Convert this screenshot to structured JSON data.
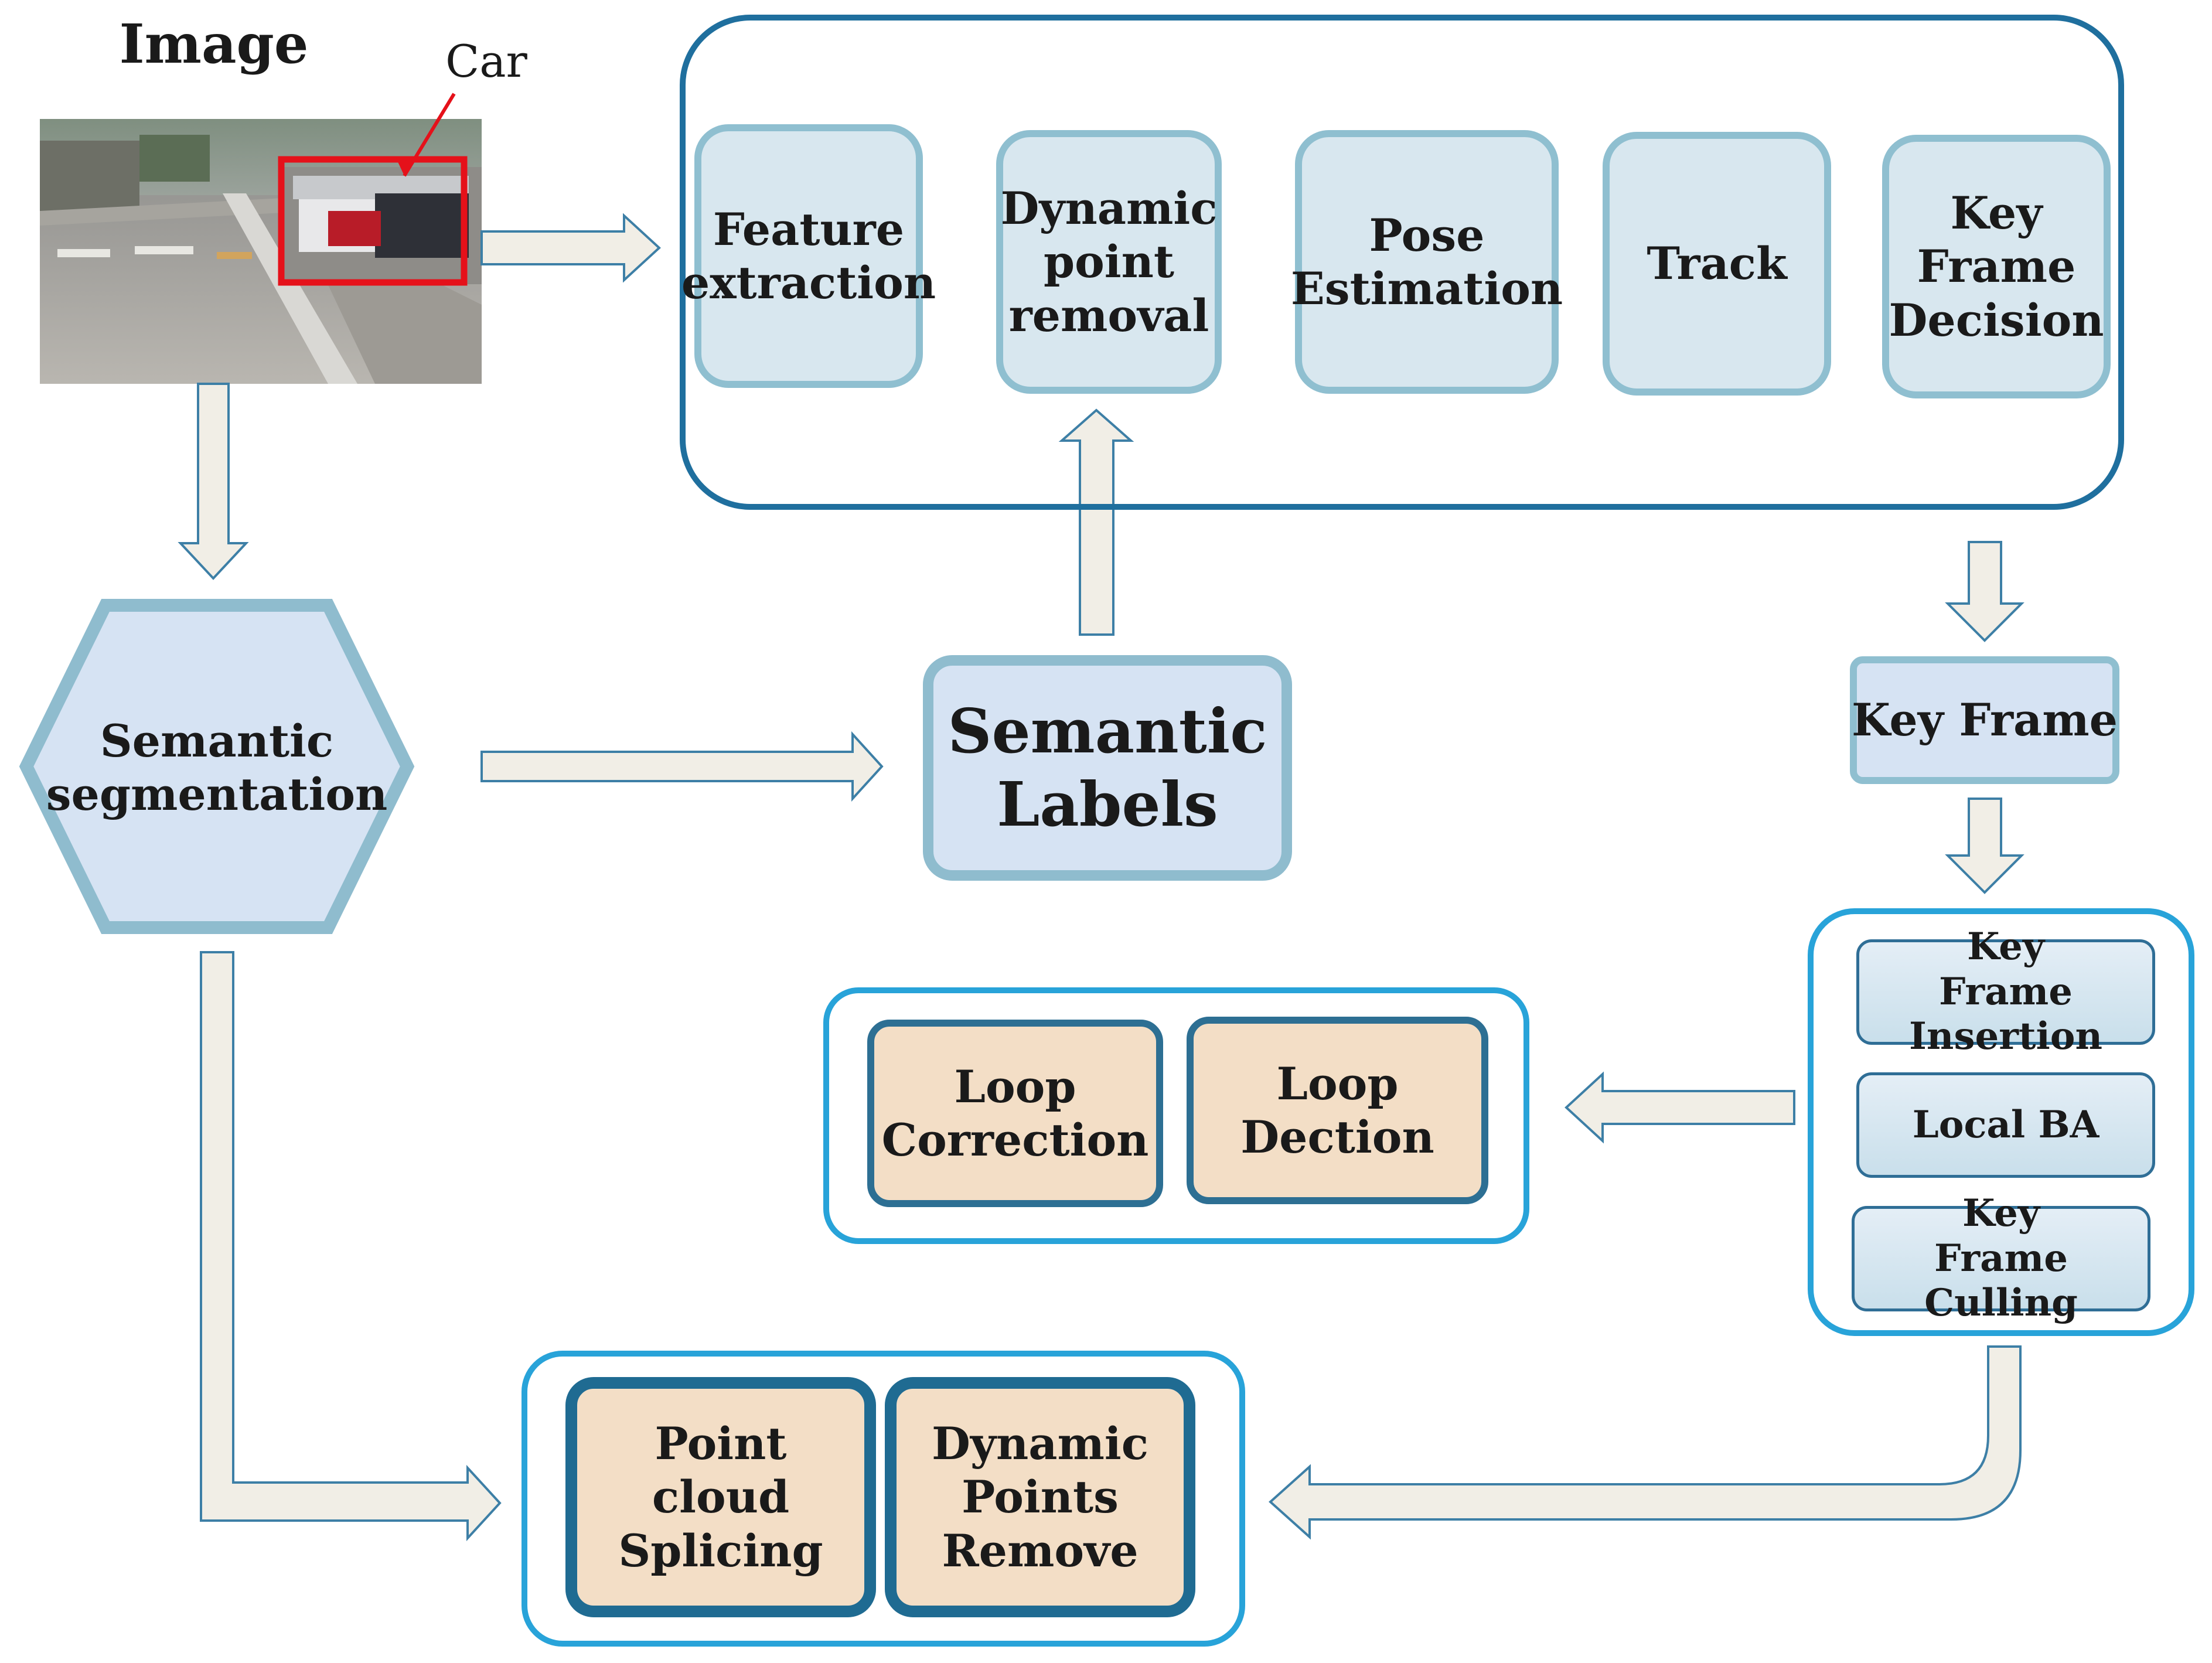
{
  "image": {
    "title": "Image",
    "car_label": "Car"
  },
  "tracking": {
    "feature_extraction": "Feature extraction",
    "dynamic_point_removal": "Dynamic point removal",
    "pose_estimation": "Pose Estimation",
    "track": "Track",
    "key_frame_decision": "Key Frame Decision"
  },
  "segmentation": {
    "semantic_segmentation": "Semantic segmentation",
    "semantic_labels": "Semantic Labels"
  },
  "keyframe": {
    "key_frame": "Key Frame",
    "key_frame_insertion": "Key Frame Insertion",
    "local_ba": "Local BA",
    "key_frame_culling": "Key Frame Culling"
  },
  "loop": {
    "loop_correction": "Loop Correction",
    "loop_dection": "Loop Dection"
  },
  "mapping": {
    "point_cloud_splicing": "Point cloud Splicing",
    "dynamic_points_remove": "Dynamic Points Remove"
  },
  "colors": {
    "arrow_fill": "#f1eee6",
    "arrow_stroke": "#3d7fa6",
    "box_fill": "#d8e7ef",
    "tan_fill": "#f3dec6",
    "frame_blue": "#1f6f9e",
    "frame_cyan": "#28a3d9",
    "car_box": "#e5111a"
  },
  "icons": {
    "photo": "street-parking-photo",
    "arrows": "block-arrow"
  }
}
